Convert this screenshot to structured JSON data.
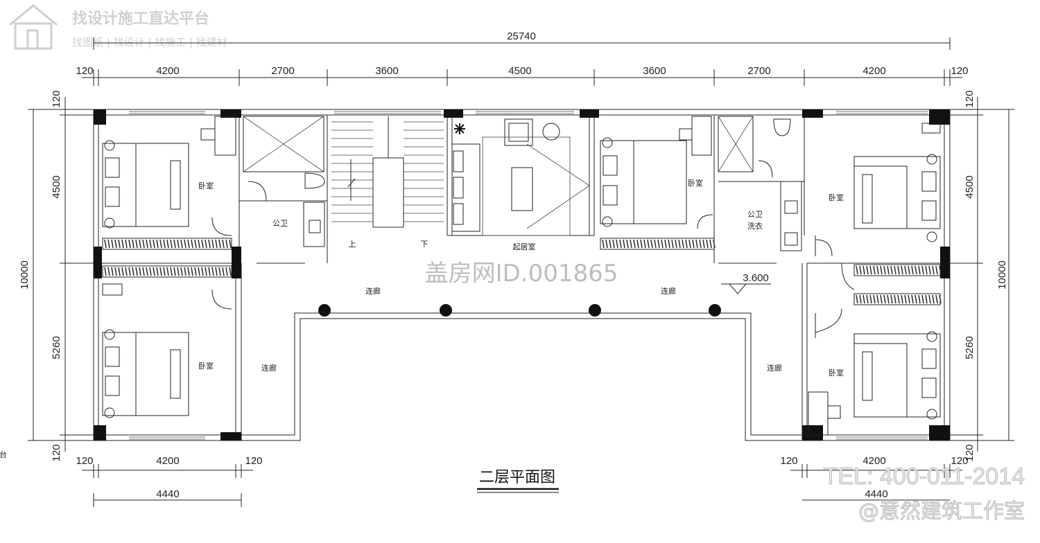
{
  "header": {
    "brand_title": "找设计施工直达平台",
    "brand_subtitle": "找图纸 | 找设计 | 找施工 | 找建材"
  },
  "dimensions": {
    "overall": "25740",
    "top": [
      "120",
      "4200",
      "2700",
      "3600",
      "4500",
      "3600",
      "2700",
      "4200",
      "120"
    ],
    "left": [
      "120",
      "4500",
      "5260",
      "120"
    ],
    "left_total": "10000",
    "right": [
      "120",
      "4500",
      "5260",
      "120"
    ],
    "right_total": "10000",
    "bottom_left": [
      "120",
      "4200",
      "120"
    ],
    "bottom_left_total": "4440",
    "bottom_right": [
      "120",
      "4200",
      "120"
    ],
    "bottom_right_total": "4440",
    "elevation": "3.600"
  },
  "rooms": {
    "bed_tl": "卧室",
    "bath_l": "公卫",
    "stair_up": "上",
    "stair_down": "下",
    "living": "起居室",
    "bed_tc": "卧室",
    "bath_r_1": "公卫",
    "bath_r_2": "洗衣",
    "bed_tr": "卧室",
    "corridor_l": "连廊",
    "corridor_r": "连廊",
    "bed_bl": "卧室",
    "corridor_wl": "连廊",
    "corridor_wr": "连廊",
    "bed_br": "卧室",
    "edge_text": "阳台"
  },
  "drawing_title": "二层平面图",
  "watermarks": {
    "center": "盖房网ID.001865",
    "tel": "TEL: 400-011-2014",
    "studio": "@意然建筑工作室"
  }
}
